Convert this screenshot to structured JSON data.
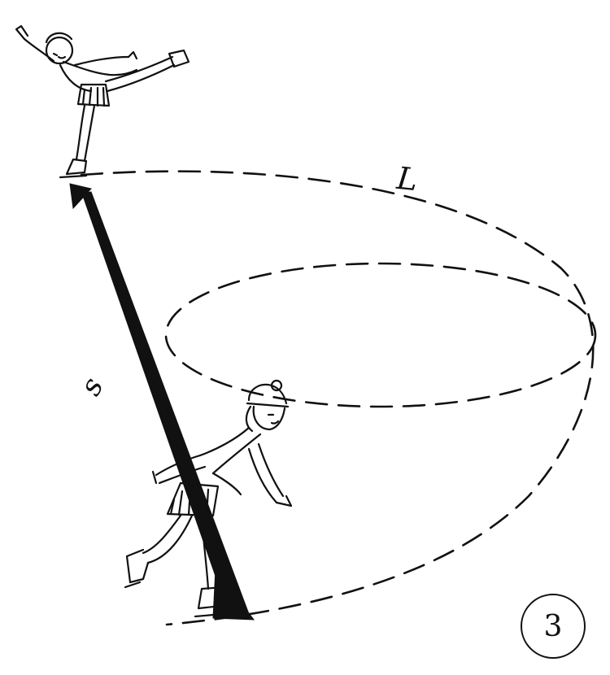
{
  "labels": {
    "path_label": "L",
    "vector_label": "s",
    "figure_number": "3"
  },
  "colors": {
    "ink": "#111111",
    "background": "#ffffff"
  }
}
